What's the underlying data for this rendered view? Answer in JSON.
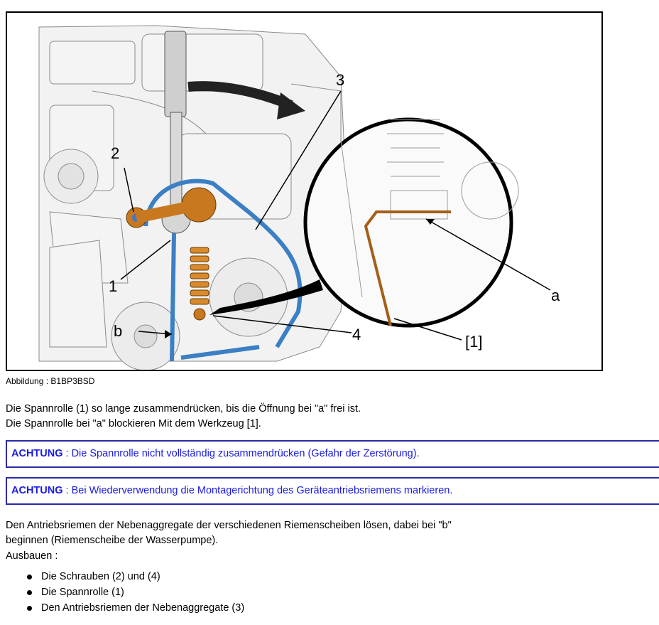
{
  "figure": {
    "labels": {
      "l1": "1",
      "l2": "2",
      "l3": "3",
      "l4": "4",
      "la": "a",
      "lb": "b",
      "lt": "[1]"
    },
    "belt_color": "#3b7fc4",
    "tensioner_color": "#c8781e"
  },
  "caption": "Abbildung : B1BP3BSD",
  "intro": {
    "line1": "Die Spannrolle (1) so lange zusammendrücken, bis die Öffnung bei \"a\" frei ist.",
    "line2": "Die Spannrolle bei \"a\" blockieren Mit dem Werkzeug [1]."
  },
  "warnings": [
    {
      "keyword": "ACHTUNG",
      "text": " : Die Spannrolle nicht vollständig zusammendrücken (Gefahr der Zerstörung)."
    },
    {
      "keyword": "ACHTUNG",
      "text": " : Bei Wiederverwendung die Montagerichtung des Geräteantriebsriemens markieren."
    }
  ],
  "instruction": {
    "line1": "Den Antriebsriemen der Nebenaggregate der verschiedenen Riemenscheiben lösen, dabei bei \"b\"",
    "line2": "beginnen (Riemenscheibe der Wasserpumpe).",
    "line3": "Ausbauen :"
  },
  "steps": [
    "Die Schrauben (2) und (4)",
    "Die Spannrolle (1)",
    "Den Antriebsriemen der Nebenaggregate (3)"
  ]
}
